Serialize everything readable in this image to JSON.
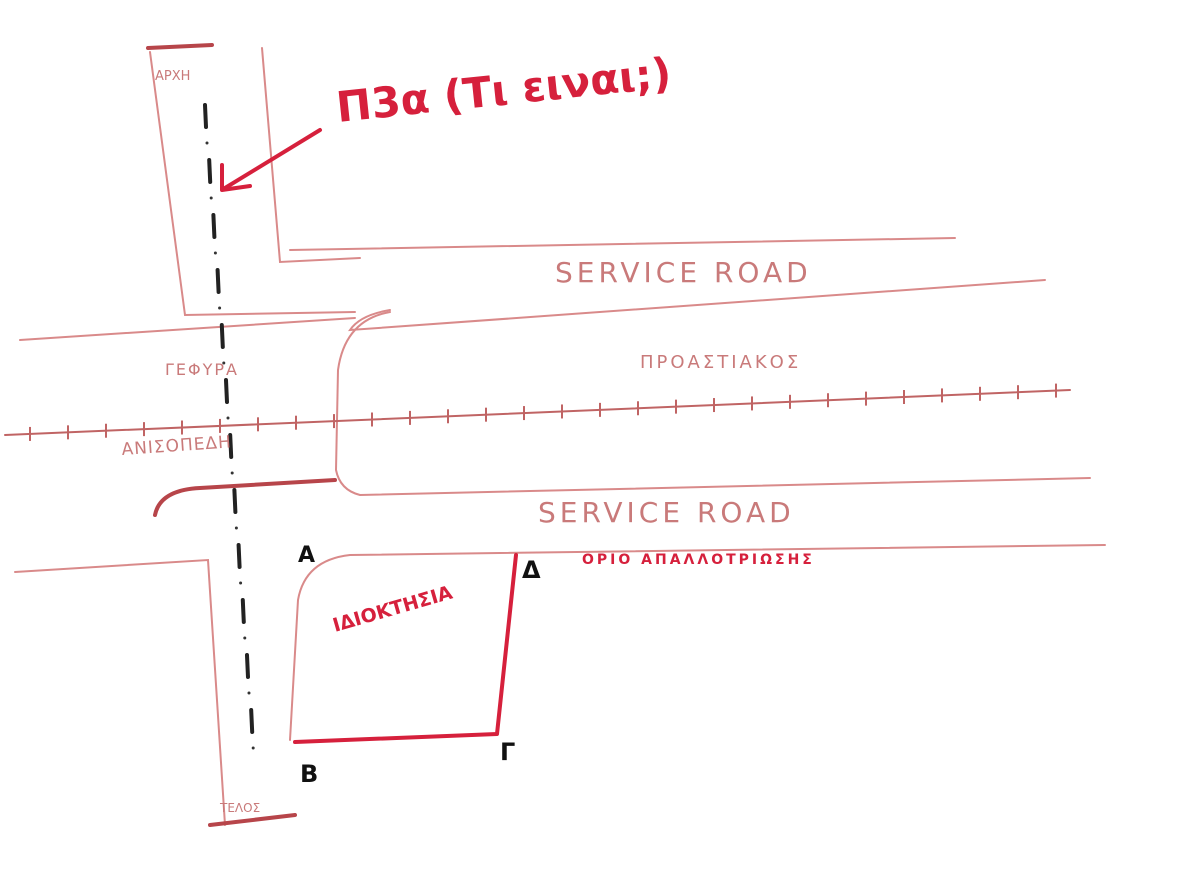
{
  "labels": {
    "start": "ΑΡΧΗ",
    "end": "ΤΕΛΟΣ",
    "question": "Π3α (Τι ειναι;)",
    "service_road_top": "SERVICE ROAD",
    "service_road_bottom": "SERVICE ROAD",
    "bridge": "ΓΕΦΥΡΑ",
    "grade_separated": "ΑΝΙΣΟΠΕΔΗ",
    "suburban_rail": "ΠΡΟΑΣΤΙΑΚΟΣ",
    "property": "ΙΔΙΟΚΤΗΣΙΑ",
    "expropriation_limit": "ΟΡΙΟ ΑΠΑΛΛΟΤΡΙΩΣΗΣ",
    "point_a": "A",
    "point_b": "B",
    "point_g": "Γ",
    "point_d": "Δ"
  },
  "colors": {
    "road": "#d98a8a",
    "ink_red": "#d6203c",
    "ink_black": "#222222"
  }
}
